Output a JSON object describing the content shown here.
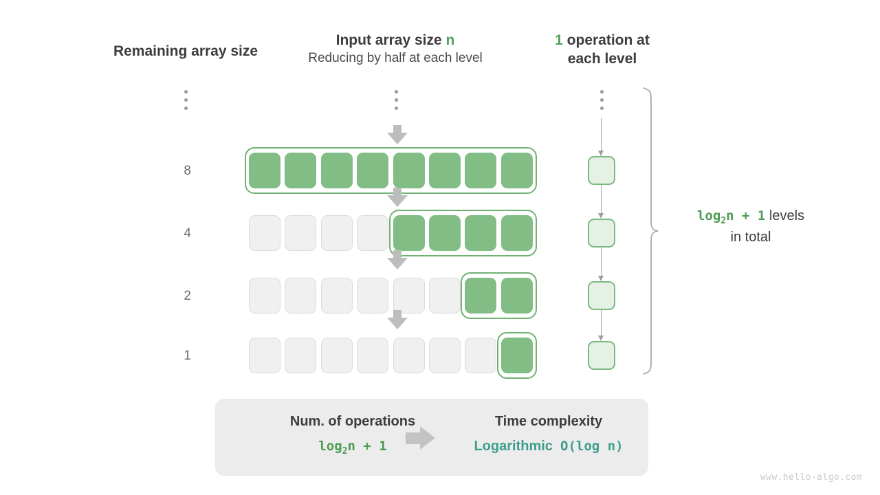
{
  "headers": {
    "remaining": "Remaining array size",
    "input_title_pre": "Input array size ",
    "input_title_accent": "n",
    "input_sub": "Reducing by half at each level",
    "ops_accent": "1",
    "ops_line1_rest": " operation at",
    "ops_line2": "each level"
  },
  "levels": [
    {
      "label": "8",
      "total_cells": 8,
      "active_cells": 8,
      "active_start": 0
    },
    {
      "label": "4",
      "total_cells": 8,
      "active_cells": 4,
      "active_start": 4
    },
    {
      "label": "2",
      "total_cells": 8,
      "active_cells": 2,
      "active_start": 6
    },
    {
      "label": "1",
      "total_cells": 8,
      "active_cells": 1,
      "active_start": 7
    }
  ],
  "ellipsis": {
    "left": "vertical-ellipsis",
    "middle": "vertical-ellipsis",
    "right": "vertical-ellipsis"
  },
  "annotation": {
    "formula_pre": "log",
    "formula_sub": "2",
    "formula_post": "n + 1",
    "text_line1": " levels",
    "text_line2": "in total"
  },
  "summary": {
    "left_title": "Num. of operations",
    "left_value_pre": "log",
    "left_value_sub": "2",
    "left_value_post": "n + 1",
    "right_title": "Time complexity",
    "right_value_word": "Logarithmic",
    "right_value_mono": "O(log n)",
    "arrow": "right-arrow"
  },
  "watermark": "www.hello-algo.com",
  "colors": {
    "green_fill": "#82bd86",
    "green_border": "#6fb273",
    "green_accent": "#4e9c54",
    "light_green_fill": "#e5f1e4",
    "teal": "#3d9e8c",
    "inactive_fill": "#f0f0f0",
    "inactive_border": "#dcdcdc",
    "panel_bg": "#ececec",
    "arrow_grey": "#bdbdbd",
    "text_dark": "#3c3c3c",
    "label_grey": "#6e6e6e"
  }
}
